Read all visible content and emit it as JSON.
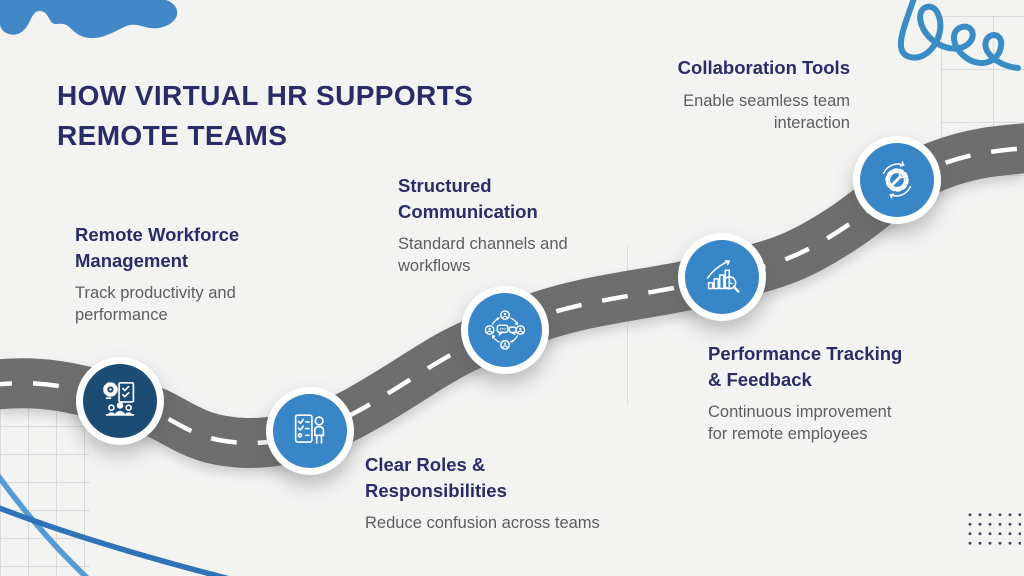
{
  "title": "HOW VIRTUAL HR SUPPORTS REMOTE TEAMS",
  "colors": {
    "background": "#f3f3f2",
    "heading_navy": "#2a2c68",
    "body_gray": "#5d5d5d",
    "road_gray": "#6e6e6e",
    "accent_blue": "#3886c8",
    "dark_circle_navy": "#1c4c74",
    "doodle_blue": "#3a8cc4"
  },
  "milestones": [
    {
      "order": 1,
      "heading": "Remote Workforce Management",
      "description": "Track productivity and performance",
      "icon": "team-management-icon",
      "circle_color": "#1c4c74"
    },
    {
      "order": 2,
      "heading": "Clear Roles & Responsibilities",
      "description": "Reduce confusion across teams",
      "icon": "checklist-person-icon",
      "circle_color": "#3886c8"
    },
    {
      "order": 3,
      "heading": "Structured Communication",
      "description": "Standard channels and workflows",
      "icon": "communication-cycle-icon",
      "circle_color": "#3886c8"
    },
    {
      "order": 4,
      "heading": "Performance Tracking & Feedback",
      "description": "Continuous improvement for remote employees",
      "icon": "performance-analysis-icon",
      "circle_color": "#3886c8"
    },
    {
      "order": 5,
      "heading": "Collaboration Tools",
      "description": "Enable seamless team interaction",
      "icon": "gear-wrench-sync-icon",
      "circle_color": "#3886c8"
    }
  ]
}
